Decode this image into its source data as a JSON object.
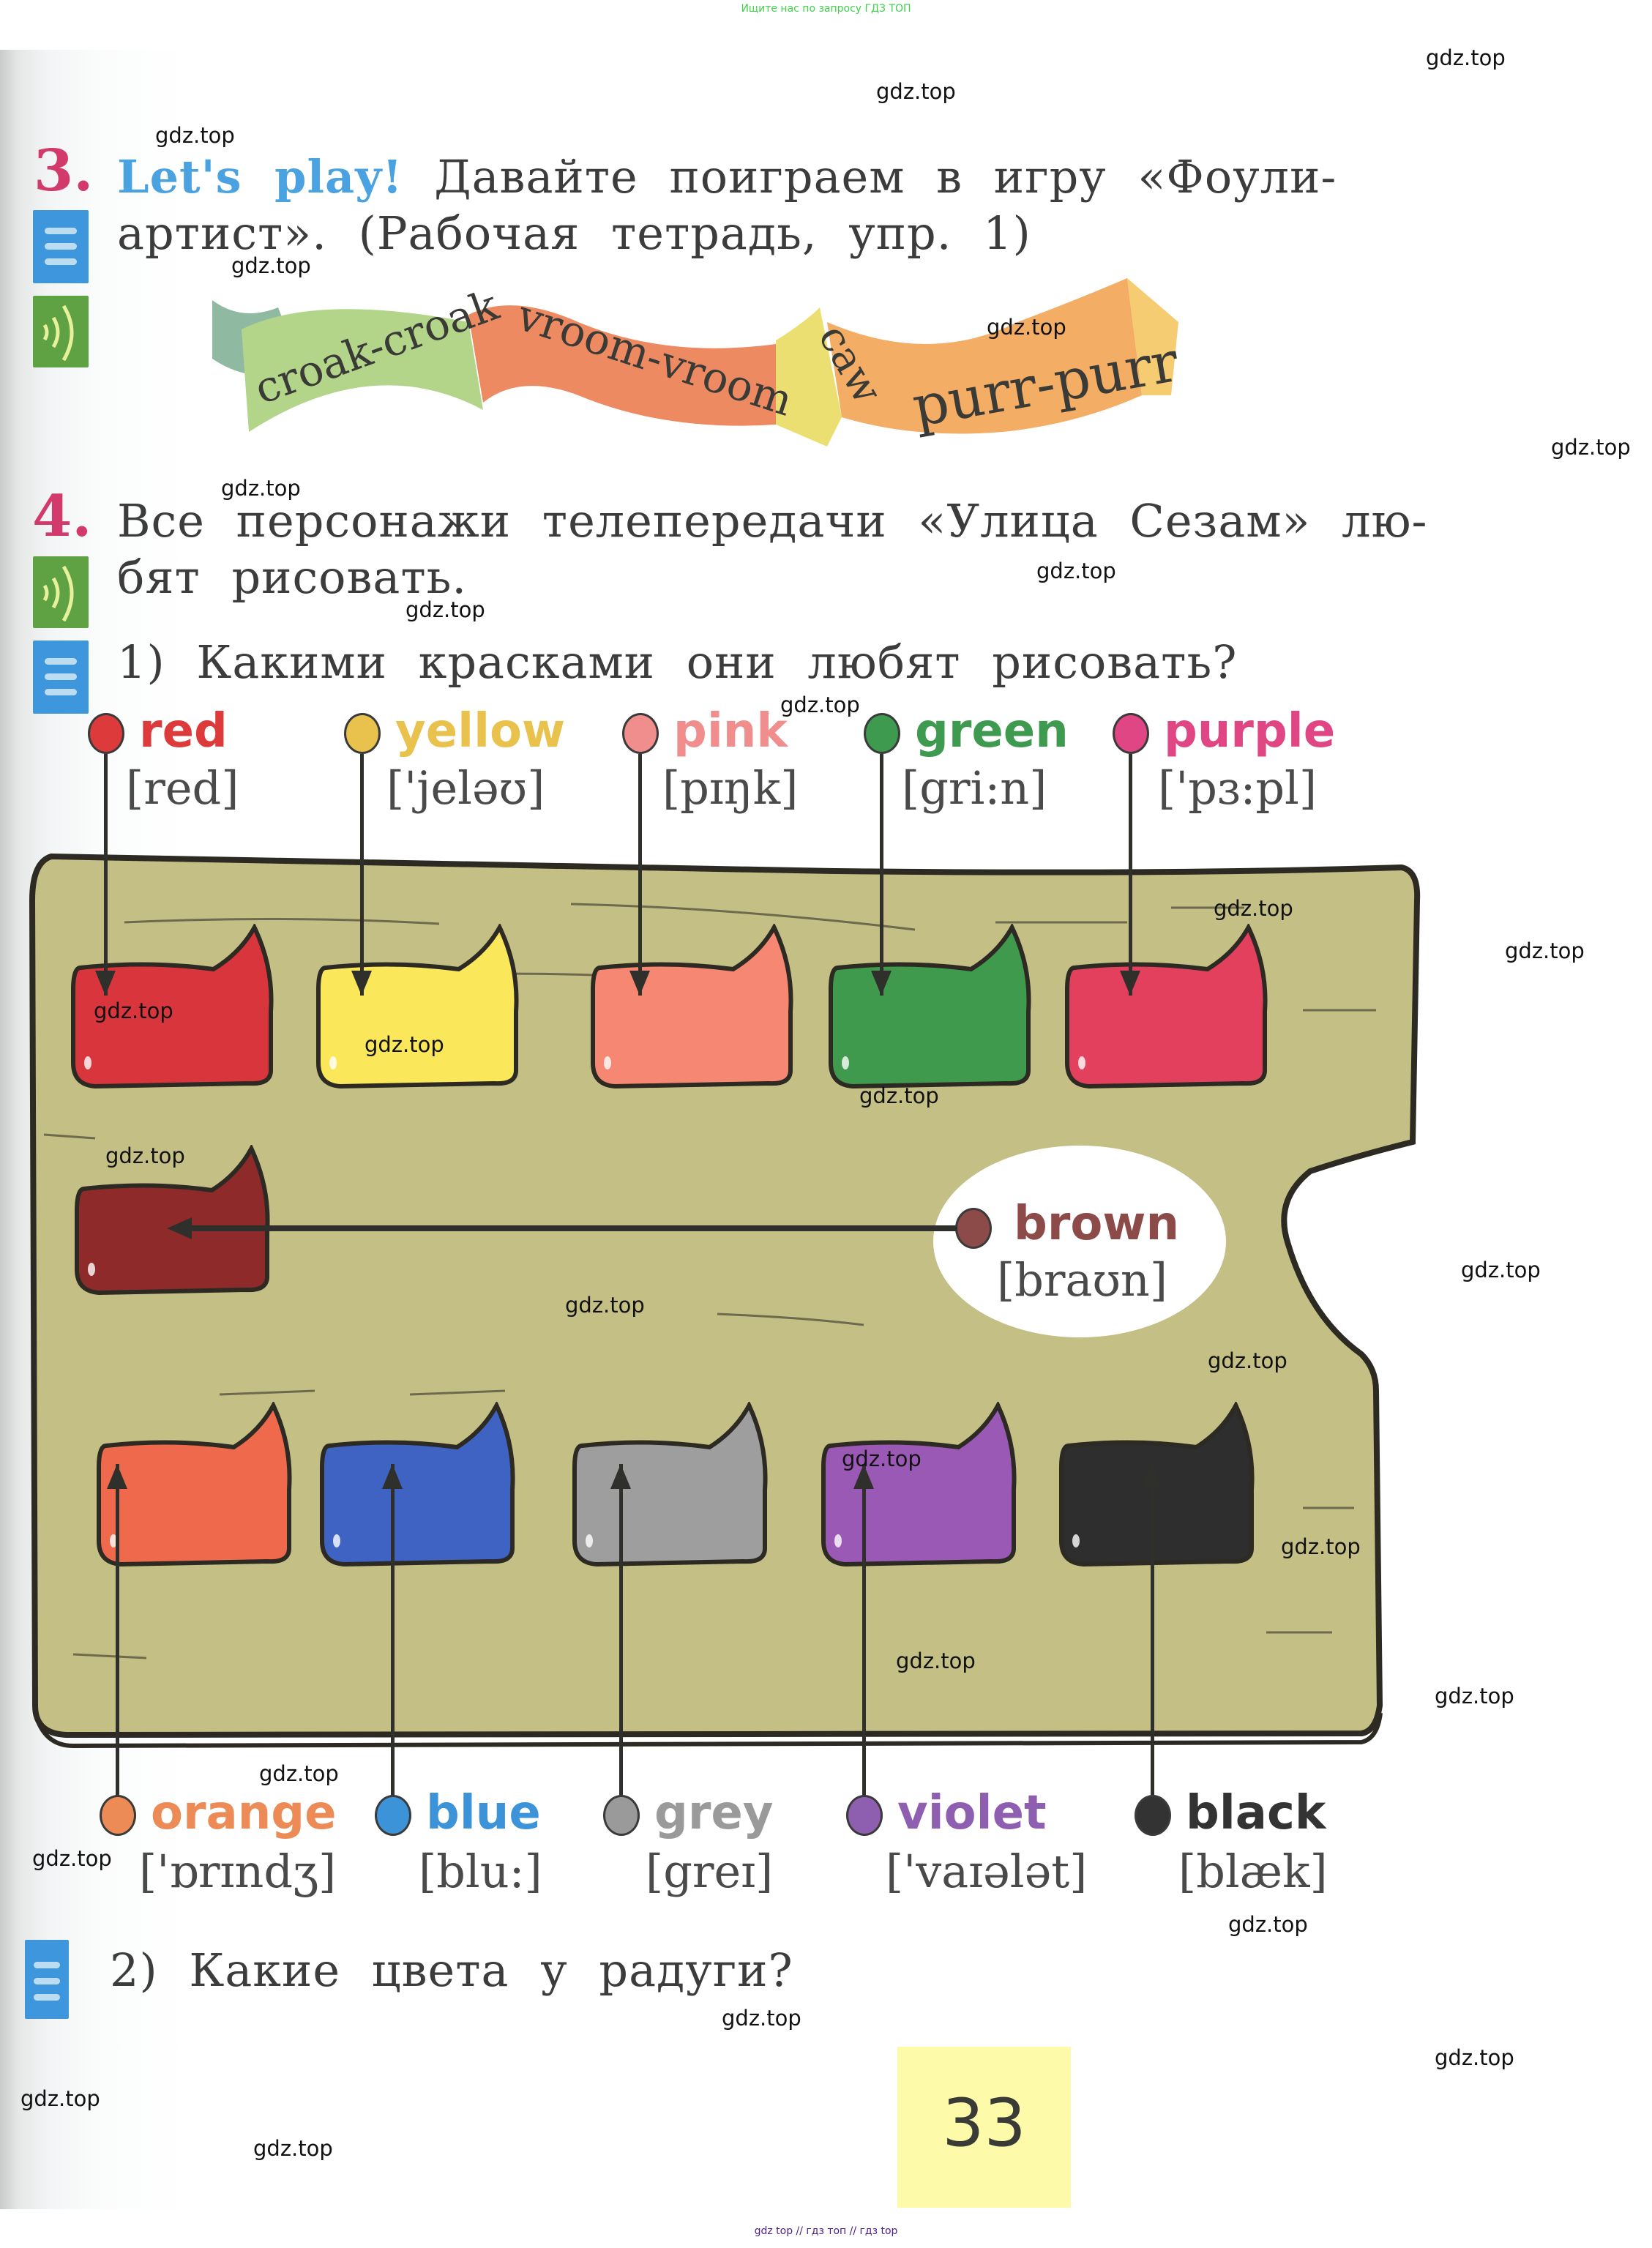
{
  "header_note": "Ищите нас по запросу ГДЗ ТОП",
  "footer_note": "gdz top  //  гдз топ  //  гдз top",
  "watermark": "gdz.top",
  "exercise3": {
    "number": "3.",
    "lets_play": "Let's play!",
    "line1_rest": "Давайте поиграем в игру «Фоули-",
    "line2": "артист». (Рабочая тетрадь, упр. 1)",
    "icons": [
      "text-icon",
      "audio-icon"
    ],
    "banners": [
      {
        "text": "croak-croak",
        "color": "#b3d58a"
      },
      {
        "text": "vroom-vroom",
        "color": "#ee8a62"
      },
      {
        "text": "caw",
        "color": "#ecdf72"
      },
      {
        "text": "purr-purr",
        "color": "#f3ad65"
      }
    ]
  },
  "exercise4": {
    "number": "4.",
    "line1": "Все персонажи телепередачи «Улица Сезам» лю-",
    "line2": "бят рисовать.",
    "task1": "1) Какими красками они любят рисовать?",
    "task2": "2) Какие цвета у радуги?"
  },
  "colors_top": [
    {
      "word": "red",
      "phonetic": "[red]",
      "color": "#dd3b3b",
      "paint": "#d8363c"
    },
    {
      "word": "yellow",
      "phonetic": "['jeləʊ]",
      "color": "#e9c24d",
      "paint": "#fbe85a"
    },
    {
      "word": "pink",
      "phonetic": "[pɪŋk]",
      "color": "#f08e8e",
      "paint": "#f58773"
    },
    {
      "word": "green",
      "phonetic": "[gri:n]",
      "color": "#3d9a4f",
      "paint": "#3f9a4d"
    },
    {
      "word": "purple",
      "phonetic": "['pɜ:pl]",
      "color": "#e04683",
      "paint": "#e3405e"
    }
  ],
  "color_middle": {
    "word": "brown",
    "phonetic": "[braʊn]",
    "color": "#8c4a48",
    "paint": "#8f2a2a"
  },
  "colors_bottom": [
    {
      "word": "orange",
      "phonetic": "['ɒrɪndʒ]",
      "color": "#ec8b55",
      "paint": "#ef6a4d"
    },
    {
      "word": "blue",
      "phonetic": "[blu:]",
      "color": "#3d93d8",
      "paint": "#3e63c3"
    },
    {
      "word": "grey",
      "phonetic": "[greɪ]",
      "color": "#9a9a9a",
      "paint": "#9e9e9e"
    },
    {
      "word": "violet",
      "phonetic": "['vaɪələt]",
      "color": "#8e5fb0",
      "paint": "#9a59b5"
    },
    {
      "word": "black",
      "phonetic": "[blæk]",
      "color": "#333333",
      "paint": "#2e2e2e"
    }
  ],
  "page_number": "33"
}
